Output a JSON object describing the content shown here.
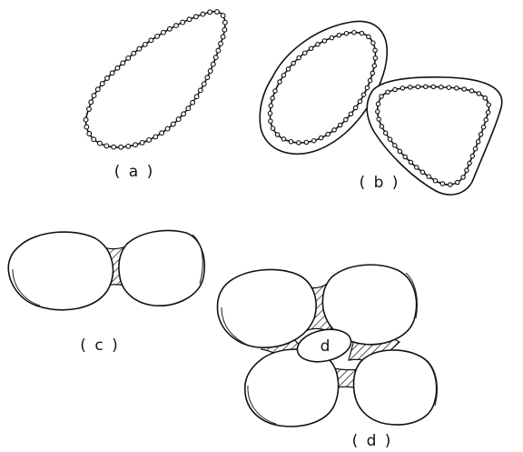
{
  "figure": {
    "panels": [
      {
        "id": "a",
        "label": "( a )"
      },
      {
        "id": "b",
        "label": "( b )"
      },
      {
        "id": "c",
        "label": "( c )"
      },
      {
        "id": "d",
        "label": "( d )"
      }
    ],
    "inner_particle_label": "d"
  },
  "colors": {
    "ink": "#111111",
    "paper": "#ffffff"
  }
}
